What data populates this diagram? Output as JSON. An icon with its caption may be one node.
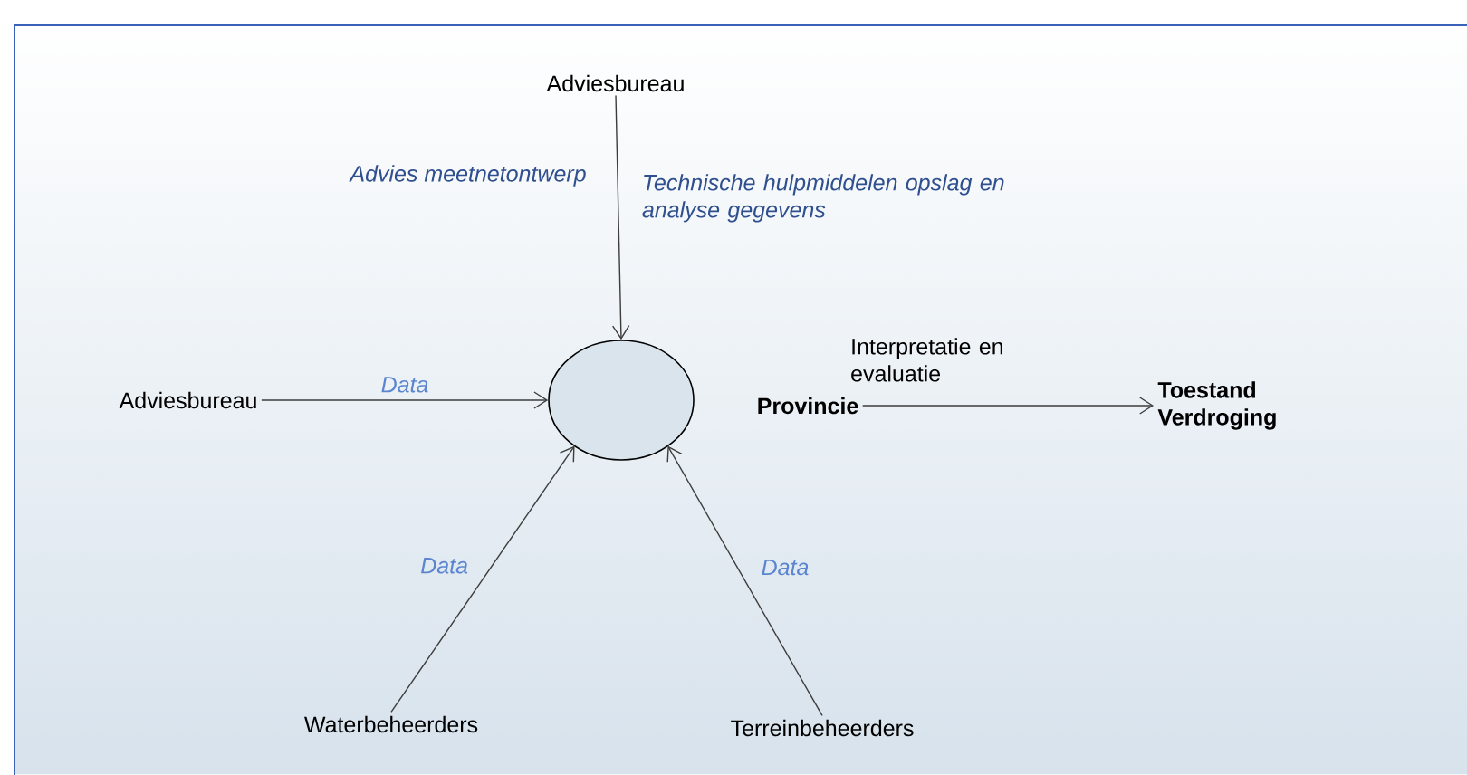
{
  "diagram": {
    "nodes": [
      {
        "text": [
          "Adviesbureau"
        ]
      },
      {
        "text": [
          "Adviesbureau"
        ]
      },
      {
        "text": [],
        "shape": "circle"
      },
      {
        "text": [
          "Provincie"
        ]
      },
      {
        "text": [
          "Toestand Verdroging"
        ]
      },
      {
        "text": [
          "Waterbeheerders"
        ]
      },
      {
        "text": [
          "Terreinbeheerders"
        ]
      }
    ],
    "edges": [
      {
        "from": 0,
        "to": 2,
        "arrow": "to",
        "label": "Technische hulpmiddelen opslag en analyse gegevens"
      },
      {
        "from": 1,
        "to": 2,
        "arrow": "to",
        "label": "Data"
      },
      {
        "from": 5,
        "to": 2,
        "arrow": "to",
        "label": "Data"
      },
      {
        "from": 6,
        "to": 2,
        "arrow": "to",
        "label": "Data"
      },
      {
        "from": 3,
        "to": 4,
        "arrow": "to",
        "label": "Interpretatie en evaluatie"
      }
    ],
    "labels": [
      "Advies meetnetontwerp"
    ]
  }
}
